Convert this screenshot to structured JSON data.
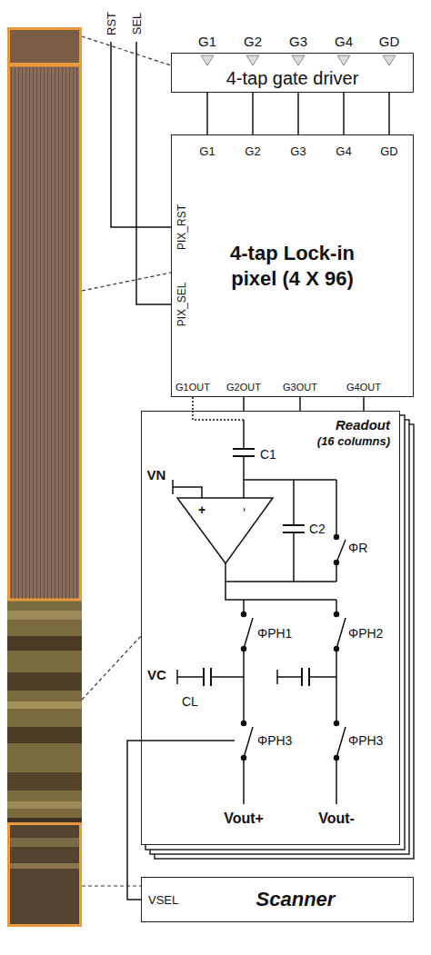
{
  "diagram": {
    "nodes": [
      {
        "text": [
          "4-tap gate driver"
        ]
      },
      {
        "text": [
          "4-tap Lock-in pixel (4 X 96)"
        ]
      },
      {
        "text": [
          "Readout",
          "(16 columns)"
        ]
      },
      {
        "text": [
          "Scanner"
        ]
      }
    ],
    "edges": [
      {
        "from": 0,
        "to": 1,
        "arrow": "none"
      },
      {
        "from": 0,
        "to": 1,
        "arrow": "none"
      },
      {
        "from": 0,
        "to": 1,
        "arrow": "none"
      },
      {
        "from": 0,
        "to": 1,
        "arrow": "none"
      },
      {
        "from": 0,
        "to": 1,
        "arrow": "none"
      },
      {
        "from": 1,
        "to": 2,
        "arrow": "none"
      },
      {
        "from": 1,
        "to": 2,
        "arrow": "none"
      },
      {
        "from": 1,
        "to": 2,
        "arrow": "none"
      },
      {
        "from": 1,
        "to": 2,
        "arrow": "none"
      },
      {
        "from": 2,
        "to": 3,
        "arrow": "none"
      }
    ],
    "labels": [
      "RST",
      "SEL",
      "G1",
      "G2",
      "G3",
      "G4",
      "GD",
      "G1",
      "G2",
      "G3",
      "G4",
      "GD",
      "PIX_RST",
      "PIX_SEL",
      "G1OUT",
      "G2OUT",
      "G3OUT",
      "G4OUT",
      "VN",
      "C1",
      "+",
      "-",
      "C2",
      "ΦR",
      "ΦPH1",
      "ΦPH2",
      "VC",
      "CL",
      "ΦPH3",
      "ΦPH3",
      "Vout+",
      "Vout-",
      "VSEL"
    ]
  }
}
